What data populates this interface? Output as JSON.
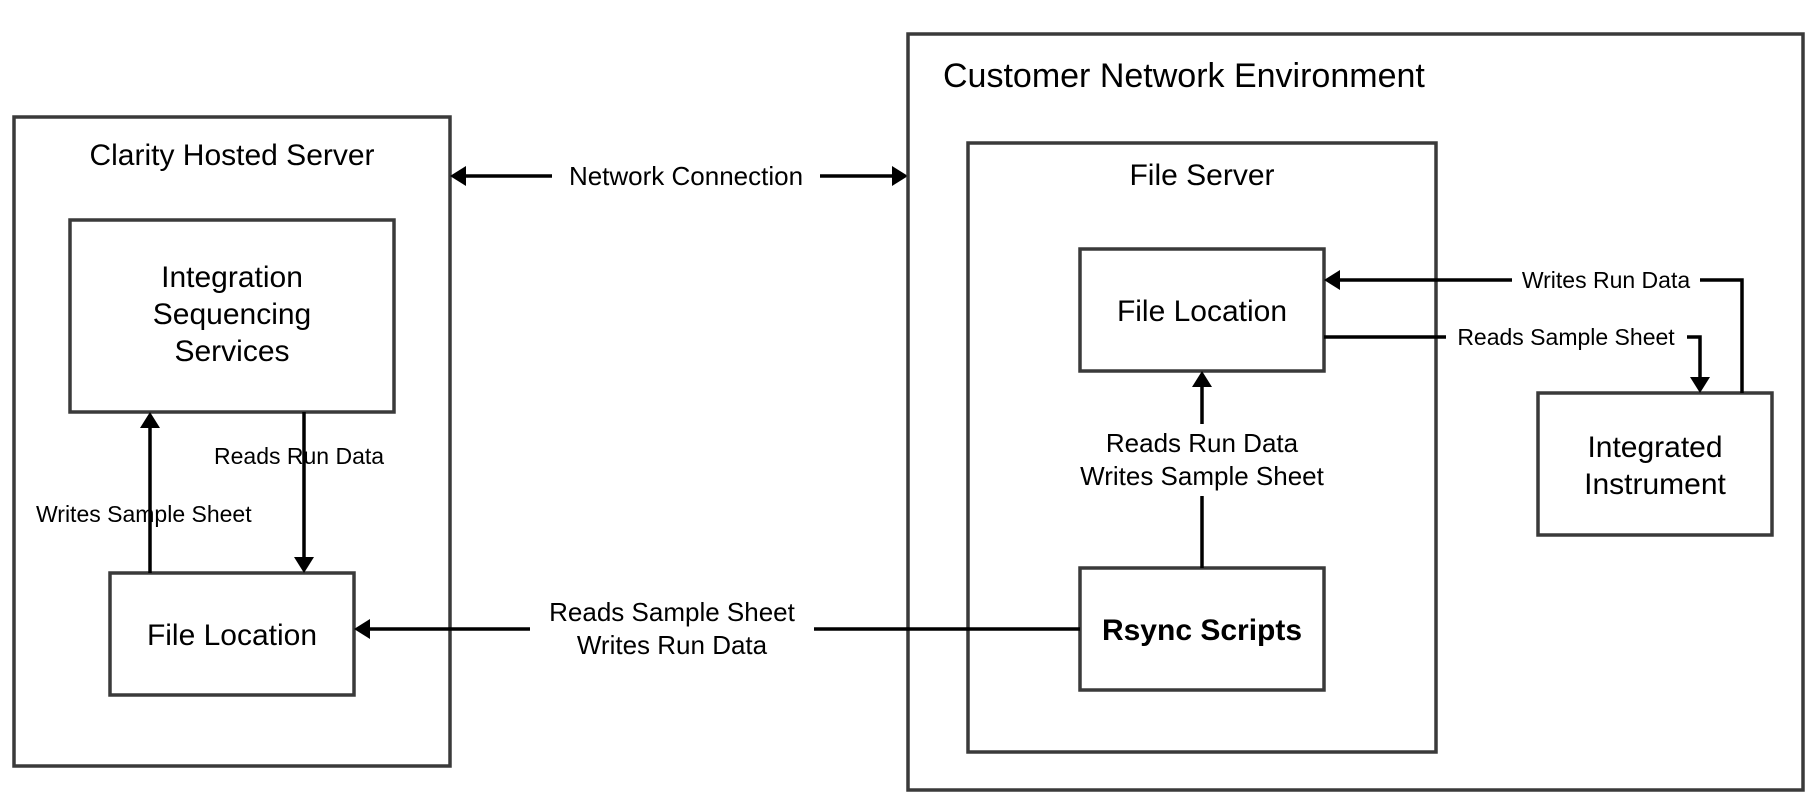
{
  "clarity_server": {
    "title": "Clarity Hosted Server",
    "services_lines": [
      "Integration",
      "Sequencing",
      "Services"
    ],
    "file_location": "File Location",
    "writes_sample_sheet": "Writes Sample Sheet",
    "reads_run_data": "Reads Run Data"
  },
  "network_connection": "Network Connection",
  "customer_network": {
    "title": "Customer Network Environment",
    "file_server": {
      "title": "File Server",
      "file_location": "File Location",
      "rsync_scripts": "Rsync Scripts",
      "rsync_label_line1": "Reads Run Data",
      "rsync_label_line2": "Writes Sample Sheet"
    },
    "instrument_lines": [
      "Integrated",
      "Instrument"
    ],
    "writes_run_data": "Writes Run Data",
    "reads_sample_sheet": "Reads Sample Sheet"
  },
  "cross_link": {
    "line1": "Reads Sample Sheet",
    "line2": "Writes Run Data"
  }
}
